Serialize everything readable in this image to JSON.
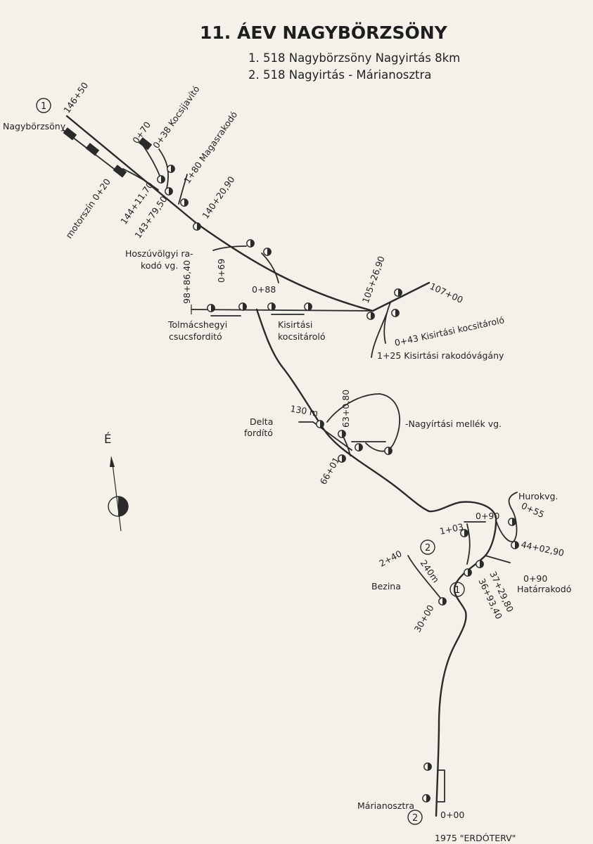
{
  "title": "11. ÁEV NAGYBÖRZSÖNY",
  "lines": [
    "1. 518 Nagybörzsöny Nagyirtás 8km",
    "2. 518 Nagyirtás - Márianosztra"
  ],
  "markers": {
    "one": "1",
    "two": "2"
  },
  "places": {
    "nagyborzsony": "Nagybörzsöny",
    "motorszin": "motorszín 0+20",
    "kocsijavito": "0+38 Kocsijavító",
    "magasrakodo": "1+80 Magasrakodó",
    "hoszuvolgyi1": "Hoszúvölgyi ra-",
    "hoszuvolgyi2": "kodó vg.",
    "tolmacshegyi1": "Tolmácshegyi",
    "tolmacshegyi2": "csucsforditó",
    "kisirtasi_kocsitarolo1": "Kisirtási",
    "kisirtasi_kocsitarolo2": "kocsitároló",
    "kisirtasi_043": "0+43 Kisirtási kocsitároló",
    "kisirtasi_125": "1+25 Kisirtási rakodóvágány",
    "delta1": "Delta",
    "delta2": "fordító",
    "nagyirtasi_mellek": "-Nagyírtási mellék vg.",
    "hurok": "Hurokvg.",
    "hatar": "Határrakodó",
    "bezina": "Bezina",
    "marianosztra": "Márianosztra"
  },
  "chainages": {
    "k146_50": "146+50",
    "k0_70": "0+70",
    "k144_11": "144+11,70",
    "k143_79": "143+79,50",
    "k140_20": "140+20,90",
    "k0_69": "0+69",
    "k0_88": "0+88",
    "k98_86": "98+86,40",
    "k105_26": "105+26,90",
    "k107_00": "107+00",
    "k130m": "130 m",
    "k63_80": "63+0,80",
    "k66_01": "66+01",
    "k0_55": "0+55",
    "k1_03": "1+03",
    "k0_90a": "0+90",
    "k44_02": "44+02,90",
    "k0_90b": "0+90",
    "k2_40": "2+40",
    "k240m": "240m",
    "k37_29": "37+29,80",
    "k36_93": "36+93,40",
    "k30_00": "30+00",
    "k0_00": "0+00"
  },
  "compass": {
    "north": "É"
  },
  "footer": "1975 \"ERDÓTERV\""
}
